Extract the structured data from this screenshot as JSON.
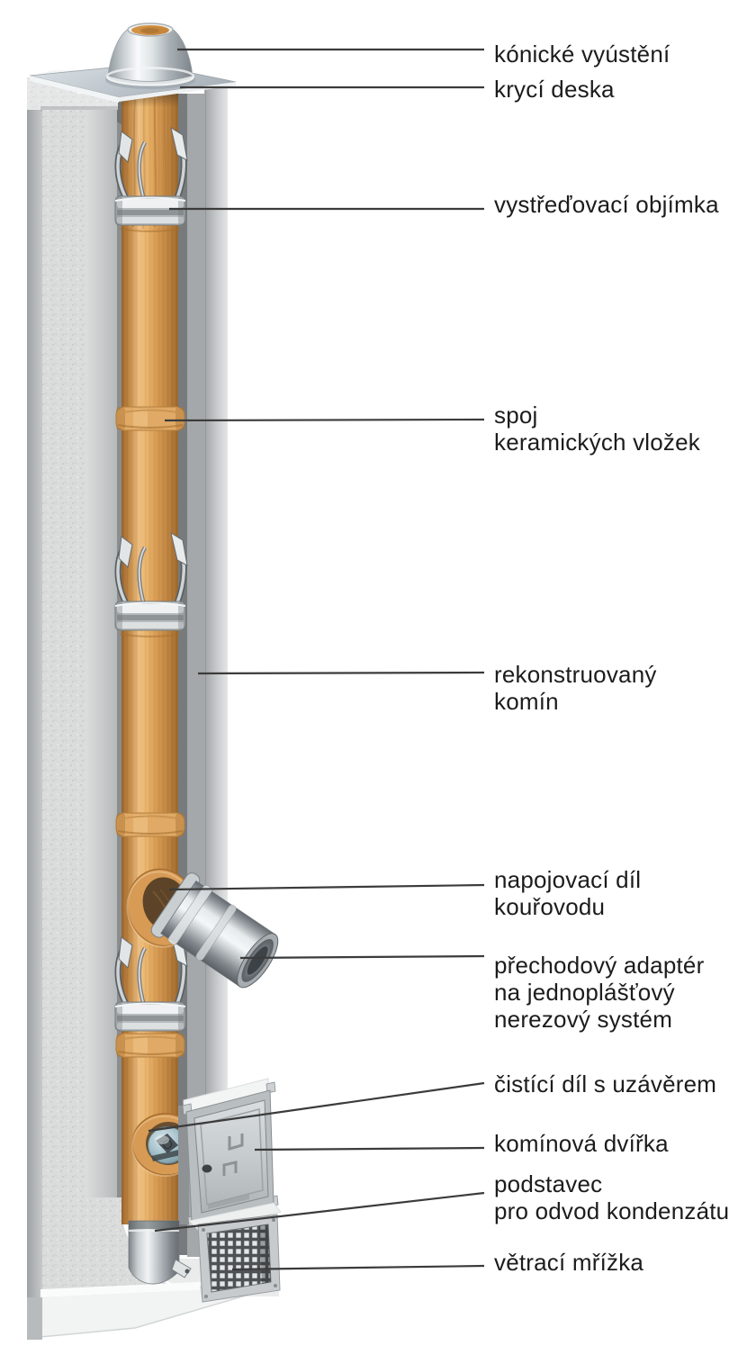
{
  "diagram": {
    "labels": [
      {
        "id": "konicke-vyusteni",
        "lines": [
          "kónické vyústění"
        ]
      },
      {
        "id": "kryci-deska",
        "lines": [
          "krycí deska"
        ]
      },
      {
        "id": "vystredovaci-objimka",
        "lines": [
          "vystřeďovací objímka"
        ]
      },
      {
        "id": "spoj-keramickych-vlozek",
        "lines": [
          "spoj",
          "keramických vložek"
        ]
      },
      {
        "id": "rekonstruovany-komin",
        "lines": [
          "rekonstruovaný",
          "komín"
        ]
      },
      {
        "id": "napojovaci-dil-kourovodu",
        "lines": [
          "napojovací díl",
          "kouřovodu"
        ]
      },
      {
        "id": "prechodovy-adapter",
        "lines": [
          "přechodový adaptér",
          "na jednoplášťový",
          "nerezový systém"
        ]
      },
      {
        "id": "cistici-dil-s-uzaverem",
        "lines": [
          "čistící díl s uzávěrem"
        ]
      },
      {
        "id": "kominova-dvirka",
        "lines": [
          "komínová dvířka"
        ]
      },
      {
        "id": "podstavec-pro-odvod-kondenzatu",
        "lines": [
          "podstavec",
          "pro odvod kondenzátu"
        ]
      },
      {
        "id": "vetraci-mrizka",
        "lines": [
          "větrací mřížka"
        ]
      }
    ],
    "parts": [
      "kónické vyústění",
      "krycí deska",
      "vystřeďovací objímka",
      "keramická vložka",
      "spoj keramických vložek",
      "rekonstruovaný komín",
      "napojovací díl kouřovodu",
      "přechodový adaptér na jednoplášťový nerezový systém",
      "čistící díl s uzávěrem",
      "komínová dvířka",
      "podstavec pro odvod kondenzátu",
      "větrací mřížka"
    ],
    "colors": {
      "background": "#ffffff",
      "text": "#1c1c1c",
      "leader_line": "#3b3b3b",
      "ceramic_liner": "#d79a55",
      "masonry": "#d9dbdc",
      "steel": "#c6ccce"
    }
  }
}
